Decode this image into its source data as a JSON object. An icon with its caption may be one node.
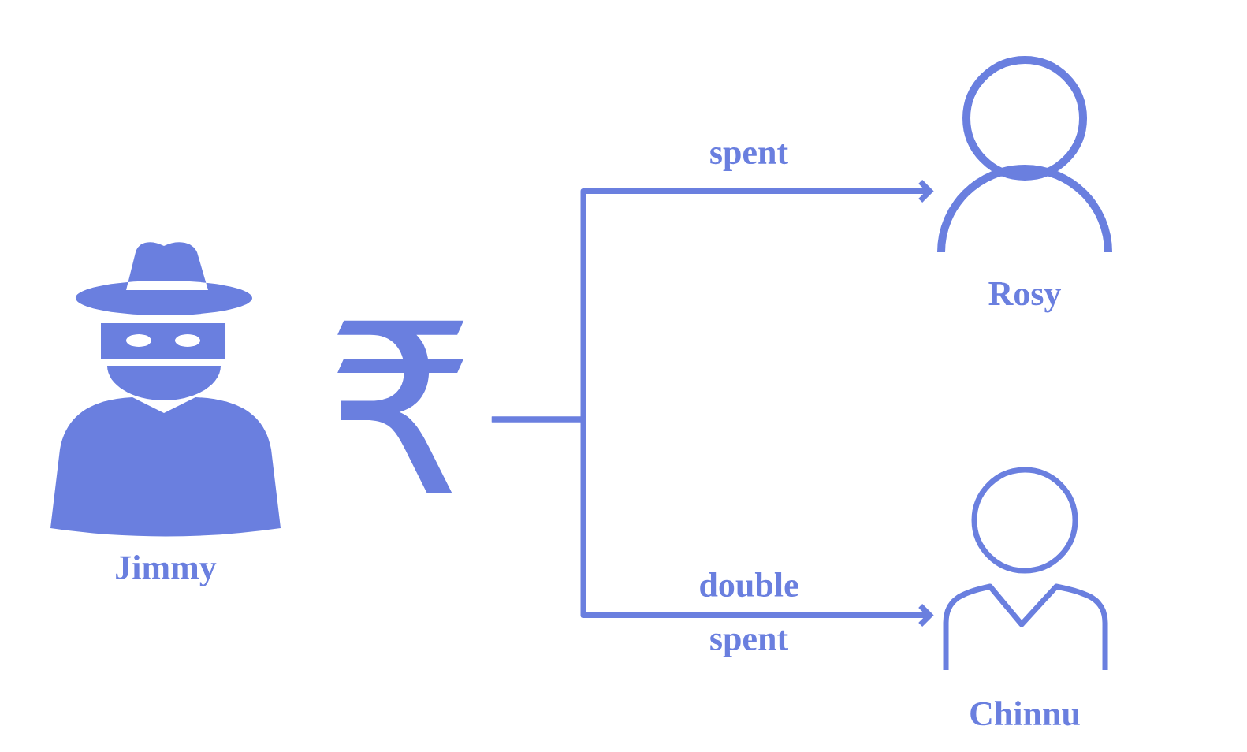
{
  "diagram": {
    "nodes": [
      {
        "text": [
          "Jimmy"
        ]
      },
      {
        "text": [
          "₹"
        ]
      },
      {
        "text": [
          "Rosy"
        ]
      },
      {
        "text": [
          "Chinnu"
        ]
      }
    ],
    "edges": [
      {
        "from": 1,
        "to": 2,
        "arrow": "to",
        "label": "spent"
      },
      {
        "from": 1,
        "to": 3,
        "arrow": "to",
        "label": "double spent"
      }
    ]
  }
}
